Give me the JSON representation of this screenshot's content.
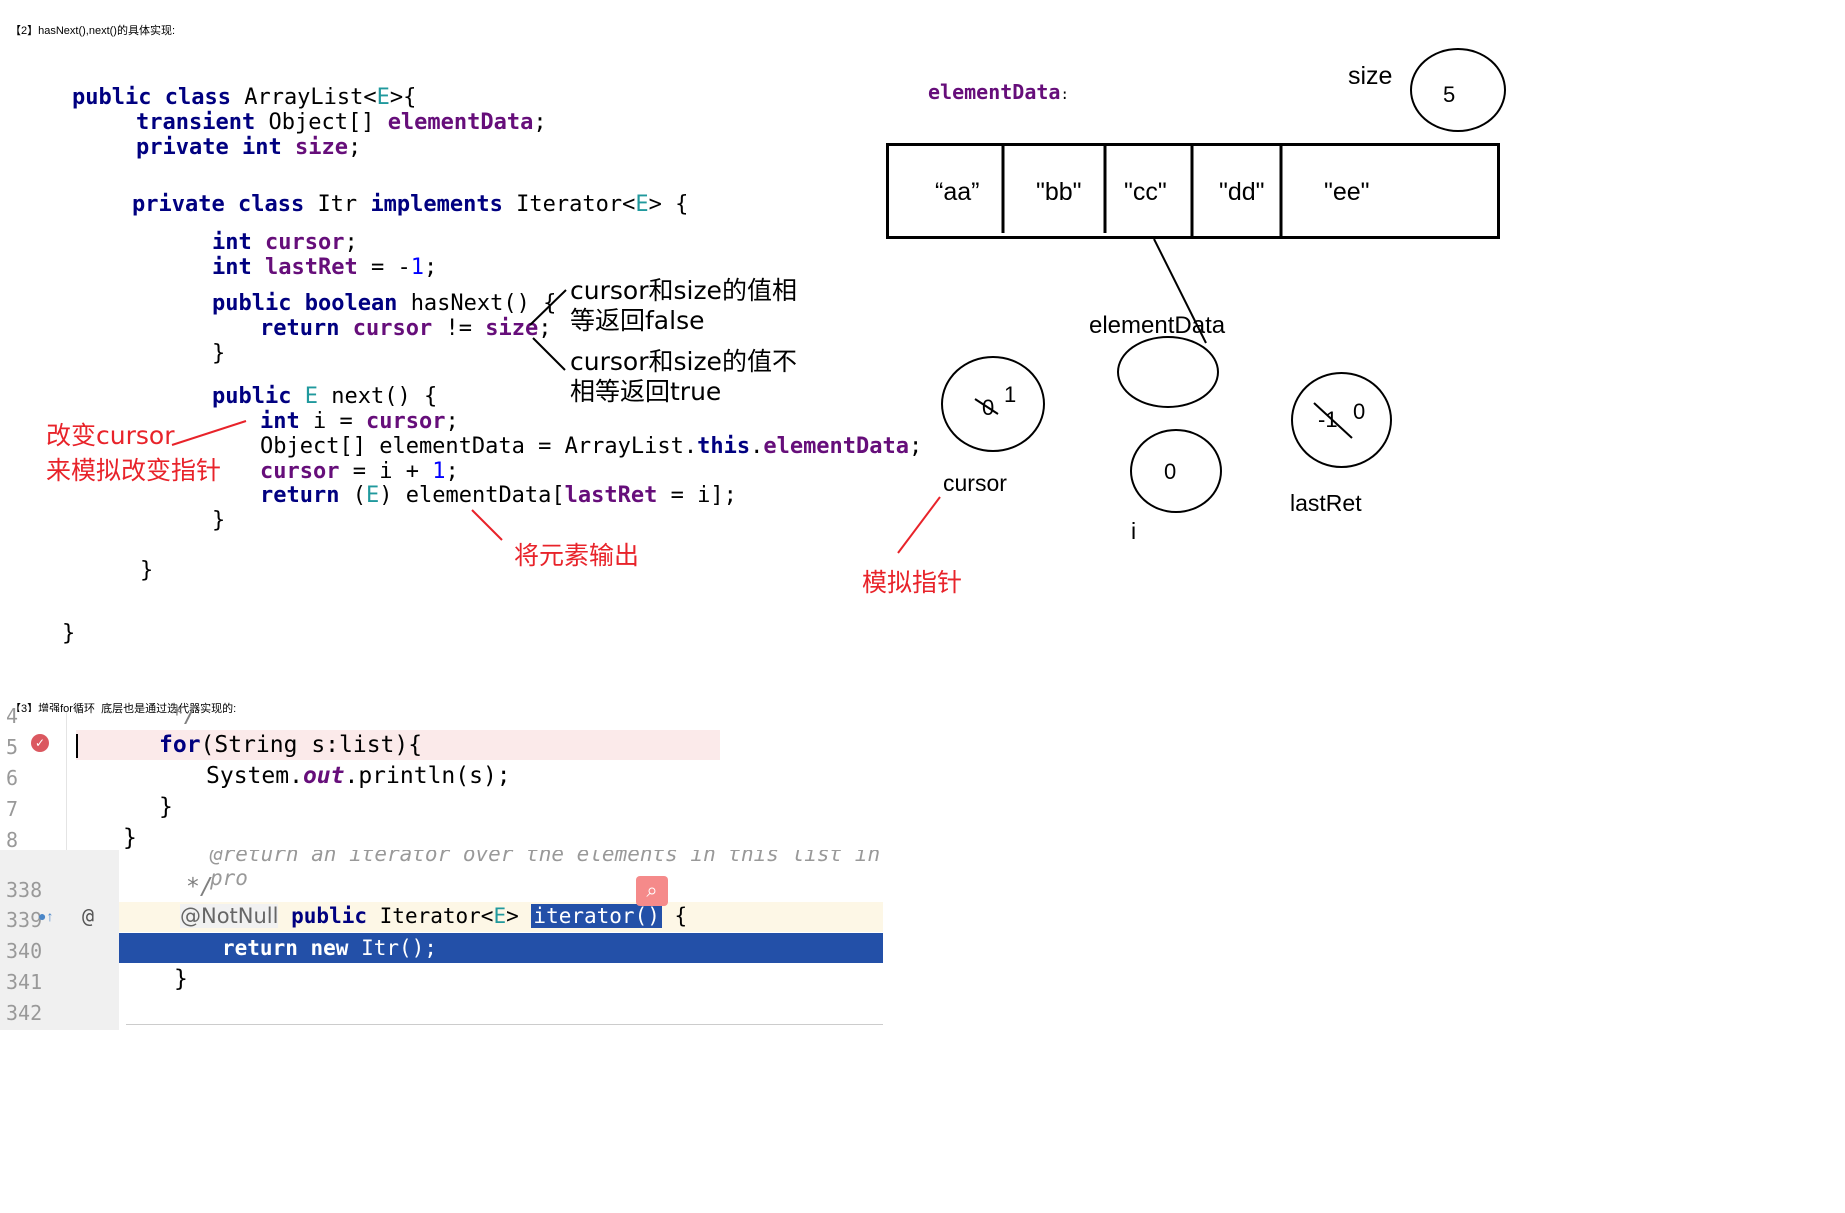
{
  "section2": {
    "heading": "【2】hasNext(),next()的具体实现:"
  },
  "code": {
    "l1_kw": "public class",
    "l1_name": "ArrayList<",
    "l1_type": "E",
    "l1_end": ">{",
    "l2_kw": "transient",
    "l2_type": "Object[]",
    "l2_fld": "elementData",
    "l2_end": ";",
    "l3_kw": "private int",
    "l3_fld": "size",
    "l3_end": ";",
    "l4_kw": "private class",
    "l4_name": "Itr",
    "l4_kw2": "implements",
    "l4_iface": "Iterator<",
    "l4_type": "E",
    "l4_end": "> {",
    "l5_kw": "int",
    "l5_fld": "cursor",
    "l5_end": ";",
    "l6_kw": "int",
    "l6_fld": "lastRet",
    "l6_mid": " = -",
    "l6_num": "1",
    "l6_end": ";",
    "l7_kw": "public boolean",
    "l7_name": "hasNext() {",
    "l8_kw": "return",
    "l8_fld": "cursor",
    "l8_mid": " != ",
    "l8_fld2": "size",
    "l8_end": ";",
    "l9": "}",
    "l10_kw": "public",
    "l10_type": "E",
    "l10_name": "next() {",
    "l11_kw": "int",
    "l11_mid": "i = ",
    "l11_fld": "cursor",
    "l11_end": ";",
    "l12_a": "Object[] elementData = ArrayList.",
    "l12_kw": "this",
    "l12_b": ".",
    "l12_fld": "elementData",
    "l12_end": ";",
    "l13_fld": "cursor",
    "l13_mid": " = i + ",
    "l13_num": "1",
    "l13_end": ";",
    "l14_kw": "return",
    "l14_a": " (",
    "l14_type": "E",
    "l14_b": ") elementData[",
    "l14_fld": "lastRet",
    "l14_end": " = i];",
    "l15": "}",
    "l16": "}",
    "l17": "}"
  },
  "notes": {
    "hasnext_true_a": "cursor和size的值相",
    "hasnext_true_b": "等返回false",
    "hasnext_false_a": "cursor和size的值不",
    "hasnext_false_b": "相等返回true",
    "change_cursor_a": "改变cursor",
    "change_cursor_b": "来模拟改变指针",
    "output_element": "将元素输出",
    "simulate_pointer": "模拟指针"
  },
  "diagram": {
    "elementdata_label": "elementData",
    "elementdata_colon": ":",
    "size_label": "size",
    "size_value": "5",
    "cells": [
      "“aa”",
      "\"bb\"",
      "\"cc\"",
      "\"dd\"",
      "\"ee\""
    ],
    "elementdata_ref_label": "elementData",
    "cursor_old": "0",
    "cursor_new": "1",
    "cursor_label": "cursor",
    "i_value": "0",
    "i_label": "i",
    "lastret_old": "-1",
    "lastret_new": "0",
    "lastret_label": "lastRet"
  },
  "section3": {
    "heading": "【3】增强for循环  底层也是通过迭代器实现的:"
  },
  "ide1": {
    "lines": [
      {
        "num": "4",
        "text": "*/"
      },
      {
        "num": "5",
        "kw": "for",
        "text": "(String s:list){"
      },
      {
        "num": "6",
        "a": "System.",
        "fld": "out",
        "b": ".println(s);"
      },
      {
        "num": "7",
        "text": "}"
      },
      {
        "num": "8",
        "text": "}"
      }
    ]
  },
  "ide2": {
    "comment_top": "@return an iterator over the elements in this list in pro",
    "lines": [
      {
        "num": "338",
        "text": "*/"
      },
      {
        "num": "339",
        "ann": "@NotNull",
        "kw": "public",
        "a": "Iterator<",
        "type": "E",
        "b": ">",
        "sel": "iterator()",
        "c": " {"
      },
      {
        "num": "340",
        "kw": "return new",
        "text": "Itr();"
      },
      {
        "num": "341",
        "text": "}"
      },
      {
        "num": "342",
        "text": ""
      }
    ],
    "at_symbol": "@"
  },
  "colors": {
    "keyword": "#000080",
    "field": "#660e7a",
    "annotation_red": "#e8232a",
    "selection": "#2350a8",
    "current_line": "#fdf7e6",
    "breakpoint_line": "#fbeaea"
  }
}
